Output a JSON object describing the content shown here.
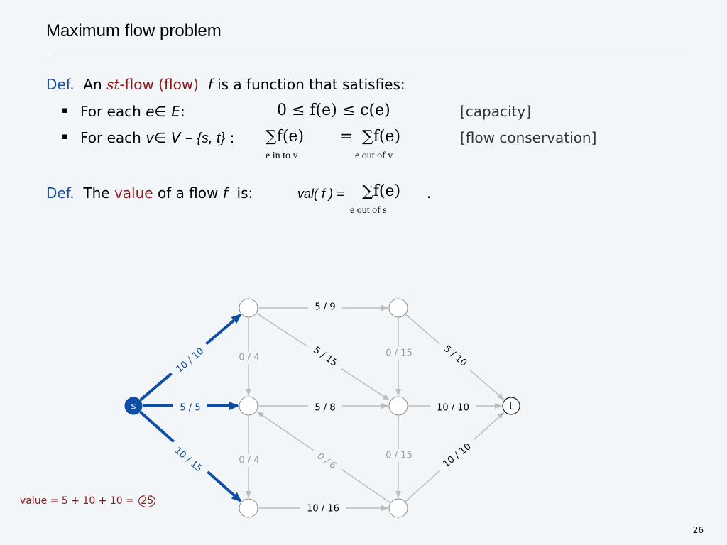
{
  "slide": {
    "title": "Maximum flow problem",
    "page_number": "26"
  },
  "definition1": {
    "label": "Def.",
    "an": "An",
    "st": "st",
    "term": "-flow (flow)",
    "f": "f",
    "rest": "is a function that satisfies:",
    "capacity_rule": {
      "prefix": "For each",
      "var": "e",
      "elem": "∈",
      "set": "E",
      "colon": ":",
      "formula": "0 ≤ f(e) ≤ c(e)",
      "note": "[capacity]"
    },
    "conservation_rule": {
      "prefix": "For each",
      "var": "v",
      "elem": "∈",
      "set": "V",
      "minus": "–",
      "set_text": "{s, t}",
      "colon": ":",
      "sum_left": "∑f(e)",
      "equals": "=",
      "sum_right": "∑f(e)",
      "sub_left": "e in to v",
      "sub_right": "e out of v",
      "note": "[flow conservation]"
    }
  },
  "definition2": {
    "label": "Def.",
    "the": "The",
    "term": "value",
    "rest": "of a flow",
    "f": "f",
    "is": "is:",
    "val_expr": "val( f ) =",
    "sum": "∑f(e)",
    "sub": "e out of s",
    "period": "."
  },
  "diagram": {
    "colors": {
      "flow": "#0f4ea5",
      "edge": "#bdbdbd",
      "node_stroke": "#8a8a8a",
      "label_red": "#8b1a1a"
    },
    "nodes": [
      {
        "id": "s",
        "label": "s"
      },
      {
        "id": "a",
        "label": ""
      },
      {
        "id": "b",
        "label": ""
      },
      {
        "id": "c",
        "label": ""
      },
      {
        "id": "d",
        "label": ""
      },
      {
        "id": "e",
        "label": ""
      },
      {
        "id": "f",
        "label": ""
      },
      {
        "id": "t",
        "label": "t"
      }
    ],
    "edges": [
      {
        "from": "s",
        "to": "a",
        "flow": 10,
        "capacity": 10,
        "label": "10 / 10"
      },
      {
        "from": "s",
        "to": "b",
        "flow": 5,
        "capacity": 5,
        "label": "5 / 5"
      },
      {
        "from": "s",
        "to": "c",
        "flow": 10,
        "capacity": 15,
        "label": "10 / 15"
      },
      {
        "from": "a",
        "to": "d",
        "flow": 5,
        "capacity": 9,
        "label": "5 / 9"
      },
      {
        "from": "a",
        "to": "b",
        "flow": 0,
        "capacity": 4,
        "label": "0 / 4"
      },
      {
        "from": "a",
        "to": "e",
        "flow": 5,
        "capacity": 15,
        "label": "5 / 15"
      },
      {
        "from": "d",
        "to": "e",
        "flow": 0,
        "capacity": 15,
        "label": "0 / 15"
      },
      {
        "from": "d",
        "to": "t",
        "flow": 5,
        "capacity": 10,
        "label": "5 / 10"
      },
      {
        "from": "b",
        "to": "e",
        "flow": 5,
        "capacity": 8,
        "label": "5 / 8"
      },
      {
        "from": "e",
        "to": "t",
        "flow": 10,
        "capacity": 10,
        "label": "10 / 10"
      },
      {
        "from": "b",
        "to": "c",
        "flow": 0,
        "capacity": 4,
        "label": "0 / 4"
      },
      {
        "from": "f",
        "to": "b",
        "flow": 0,
        "capacity": 6,
        "label": "0 / 6"
      },
      {
        "from": "e",
        "to": "f",
        "flow": 0,
        "capacity": 15,
        "label": "0 / 15"
      },
      {
        "from": "c",
        "to": "f",
        "flow": 10,
        "capacity": 16,
        "label": "10 / 16"
      },
      {
        "from": "f",
        "to": "t",
        "flow": 10,
        "capacity": 10,
        "label": "10 / 10"
      }
    ],
    "value_label": "value  =  5 + 10 + 10  =",
    "value_total": "25"
  }
}
